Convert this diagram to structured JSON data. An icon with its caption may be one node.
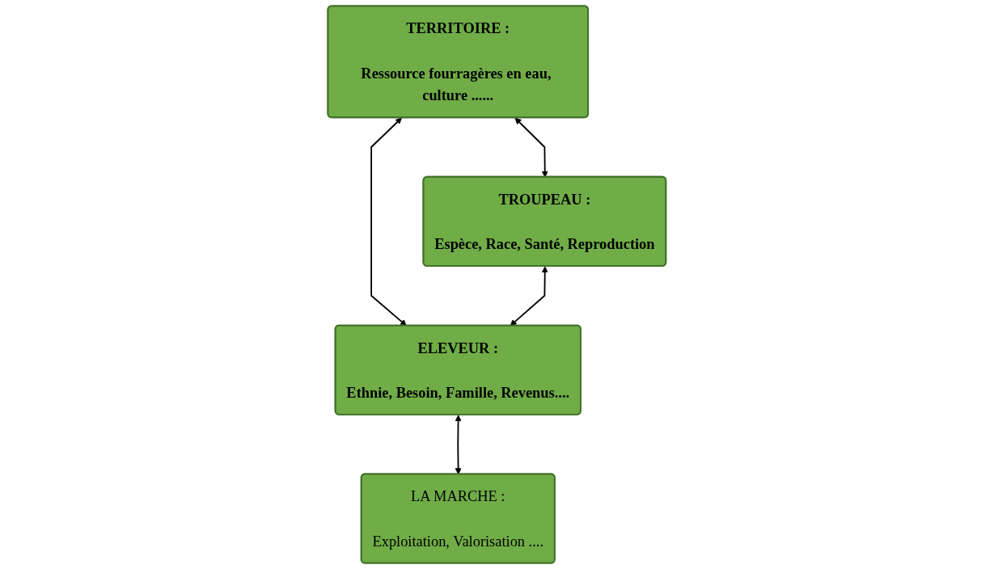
{
  "diagram": {
    "nodes": [
      {
        "text": [
          "TERRITOIRE :",
          "Ressource fourragères en eau, culture ......"
        ]
      },
      {
        "text": [
          "TROUPEAU :",
          "Espèce, Race, Santé, Reproduction"
        ]
      },
      {
        "text": [
          "ELEVEUR :",
          "Ethnie, Besoin, Famille, Revenus...."
        ]
      },
      {
        "text": [
          "LA MARCHE :",
          "Exploitation, Valorisation ...."
        ]
      }
    ],
    "edges": [
      {
        "from": 0,
        "to": 1,
        "arrow": "both"
      },
      {
        "from": 0,
        "to": 2,
        "arrow": "both"
      },
      {
        "from": 1,
        "to": 2,
        "arrow": "both"
      },
      {
        "from": 2,
        "to": 3,
        "arrow": "both"
      }
    ]
  }
}
